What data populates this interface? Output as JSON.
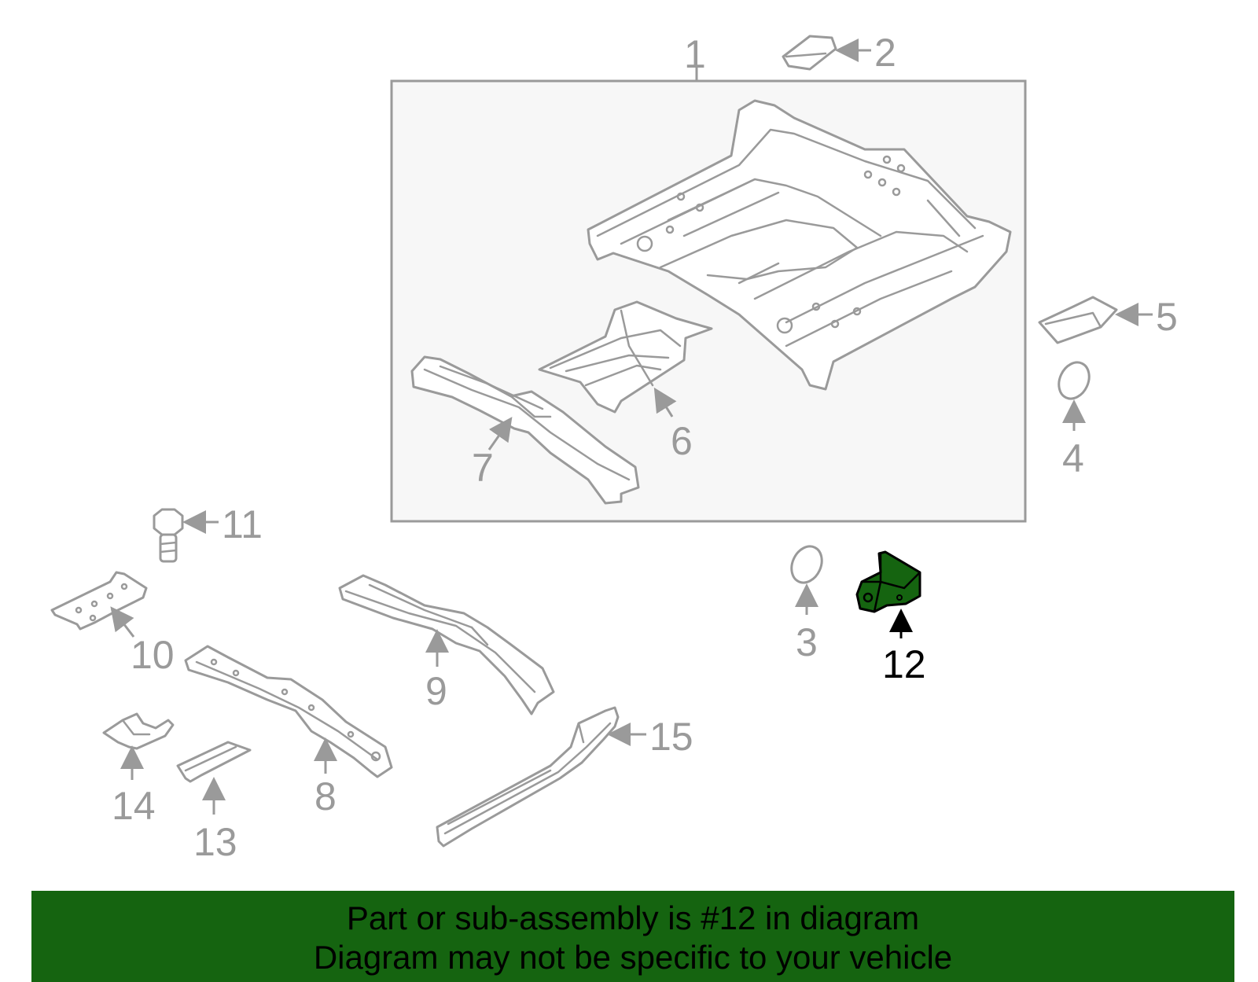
{
  "callouts": {
    "c1": "1",
    "c2": "2",
    "c3": "3",
    "c4": "4",
    "c5": "5",
    "c6": "6",
    "c7": "7",
    "c8": "8",
    "c9": "9",
    "c10": "10",
    "c11": "11",
    "c12": "12",
    "c13": "13",
    "c14": "14",
    "c15": "15"
  },
  "highlighted_part": "12",
  "colors": {
    "highlight_fill": "#156410",
    "line_gray": "#9a9a9a",
    "panel_bg": "#f7f7f7",
    "banner_bg": "#156410"
  },
  "banner": {
    "line1": "Part or sub-assembly is #12 in diagram",
    "line2": "Diagram may not be specific to your vehicle"
  }
}
